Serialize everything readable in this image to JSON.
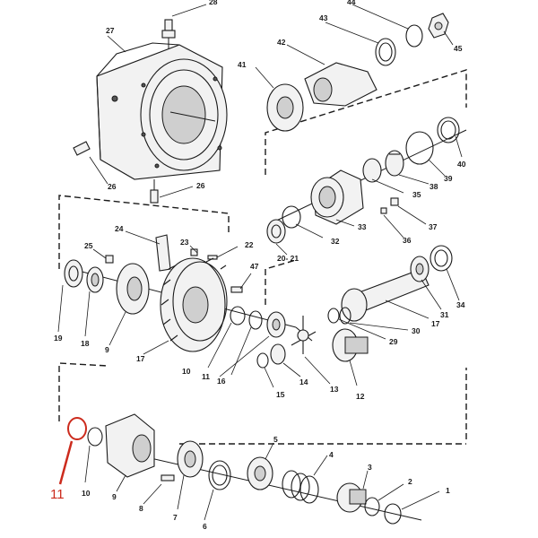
{
  "diagram": {
    "highlight_color": "#cc2b1d",
    "callout": {
      "text": "11"
    },
    "labels": [
      {
        "id": "l1",
        "text": "1"
      },
      {
        "id": "l2",
        "text": "2"
      },
      {
        "id": "l3",
        "text": "3"
      },
      {
        "id": "l4",
        "text": "4"
      },
      {
        "id": "l5",
        "text": "5"
      },
      {
        "id": "l6",
        "text": "6"
      },
      {
        "id": "l7",
        "text": "7"
      },
      {
        "id": "l8",
        "text": "8"
      },
      {
        "id": "l9a",
        "text": "9"
      },
      {
        "id": "l9b",
        "text": "9"
      },
      {
        "id": "l10a",
        "text": "10"
      },
      {
        "id": "l10b",
        "text": "10"
      },
      {
        "id": "l11",
        "text": "11"
      },
      {
        "id": "l12",
        "text": "12"
      },
      {
        "id": "l13",
        "text": "13"
      },
      {
        "id": "l14",
        "text": "14"
      },
      {
        "id": "l15",
        "text": "15"
      },
      {
        "id": "l16",
        "text": "16"
      },
      {
        "id": "l17a",
        "text": "17"
      },
      {
        "id": "l17b",
        "text": "17"
      },
      {
        "id": "l18",
        "text": "18"
      },
      {
        "id": "l19",
        "text": "19"
      },
      {
        "id": "l2021",
        "text": "20- 21"
      },
      {
        "id": "l22",
        "text": "22"
      },
      {
        "id": "l23",
        "text": "23"
      },
      {
        "id": "l24",
        "text": "24"
      },
      {
        "id": "l25",
        "text": "25"
      },
      {
        "id": "l26a",
        "text": "26"
      },
      {
        "id": "l26b",
        "text": "26"
      },
      {
        "id": "l27",
        "text": "27"
      },
      {
        "id": "l28",
        "text": "28"
      },
      {
        "id": "l29",
        "text": "29"
      },
      {
        "id": "l30",
        "text": "30"
      },
      {
        "id": "l31",
        "text": "31"
      },
      {
        "id": "l32",
        "text": "32"
      },
      {
        "id": "l33",
        "text": "33"
      },
      {
        "id": "l34",
        "text": "34"
      },
      {
        "id": "l35",
        "text": "35"
      },
      {
        "id": "l36",
        "text": "36"
      },
      {
        "id": "l37",
        "text": "37"
      },
      {
        "id": "l38",
        "text": "38"
      },
      {
        "id": "l39",
        "text": "39"
      },
      {
        "id": "l40",
        "text": "40"
      },
      {
        "id": "l41",
        "text": "41"
      },
      {
        "id": "l42",
        "text": "42"
      },
      {
        "id": "l43",
        "text": "43"
      },
      {
        "id": "l44",
        "text": "44"
      },
      {
        "id": "l45",
        "text": "45"
      },
      {
        "id": "l47",
        "text": "47"
      }
    ]
  }
}
